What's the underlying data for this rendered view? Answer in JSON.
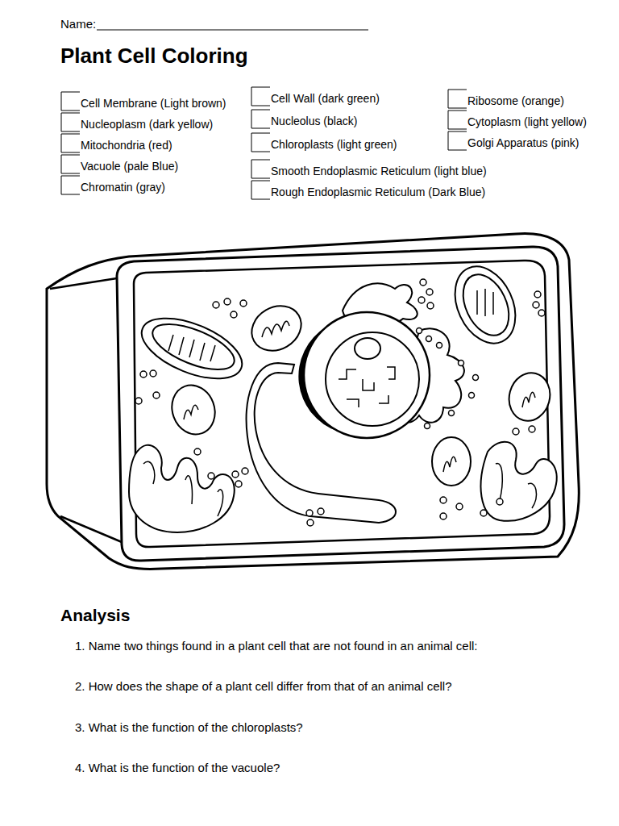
{
  "diagram": {
    "title": "Plant Cell Coloring",
    "labels": [
      "Name:",
      "Analysis",
      "1. Name two things found in a plant cell that are not found in an animal cell:",
      "2. How does the shape of a plant cell differ from that of an animal cell?",
      "3. What is the function of the chloroplasts?",
      "4. What is the function of the vacuole?"
    ],
    "legend": [
      {
        "text": "Cell Membrane (Light brown)"
      },
      {
        "text": "Nucleoplasm (dark yellow)"
      },
      {
        "text": "Mitochondria (red)"
      },
      {
        "text": "Vacuole (pale Blue)"
      },
      {
        "text": "Chromatin (gray)"
      },
      {
        "text": "Cell Wall (dark green)"
      },
      {
        "text": "Nucleolus (black)"
      },
      {
        "text": "Chloroplasts (light green)"
      },
      {
        "text": "Smooth Endoplasmic Reticulum (light blue)"
      },
      {
        "text": "Rough Endoplasmic Reticulum (Dark Blue)"
      },
      {
        "text": "Ribosome (orange)"
      },
      {
        "text": "Cytoplasm (light yellow)"
      },
      {
        "text": "Golgi Apparatus (pink)"
      }
    ]
  }
}
